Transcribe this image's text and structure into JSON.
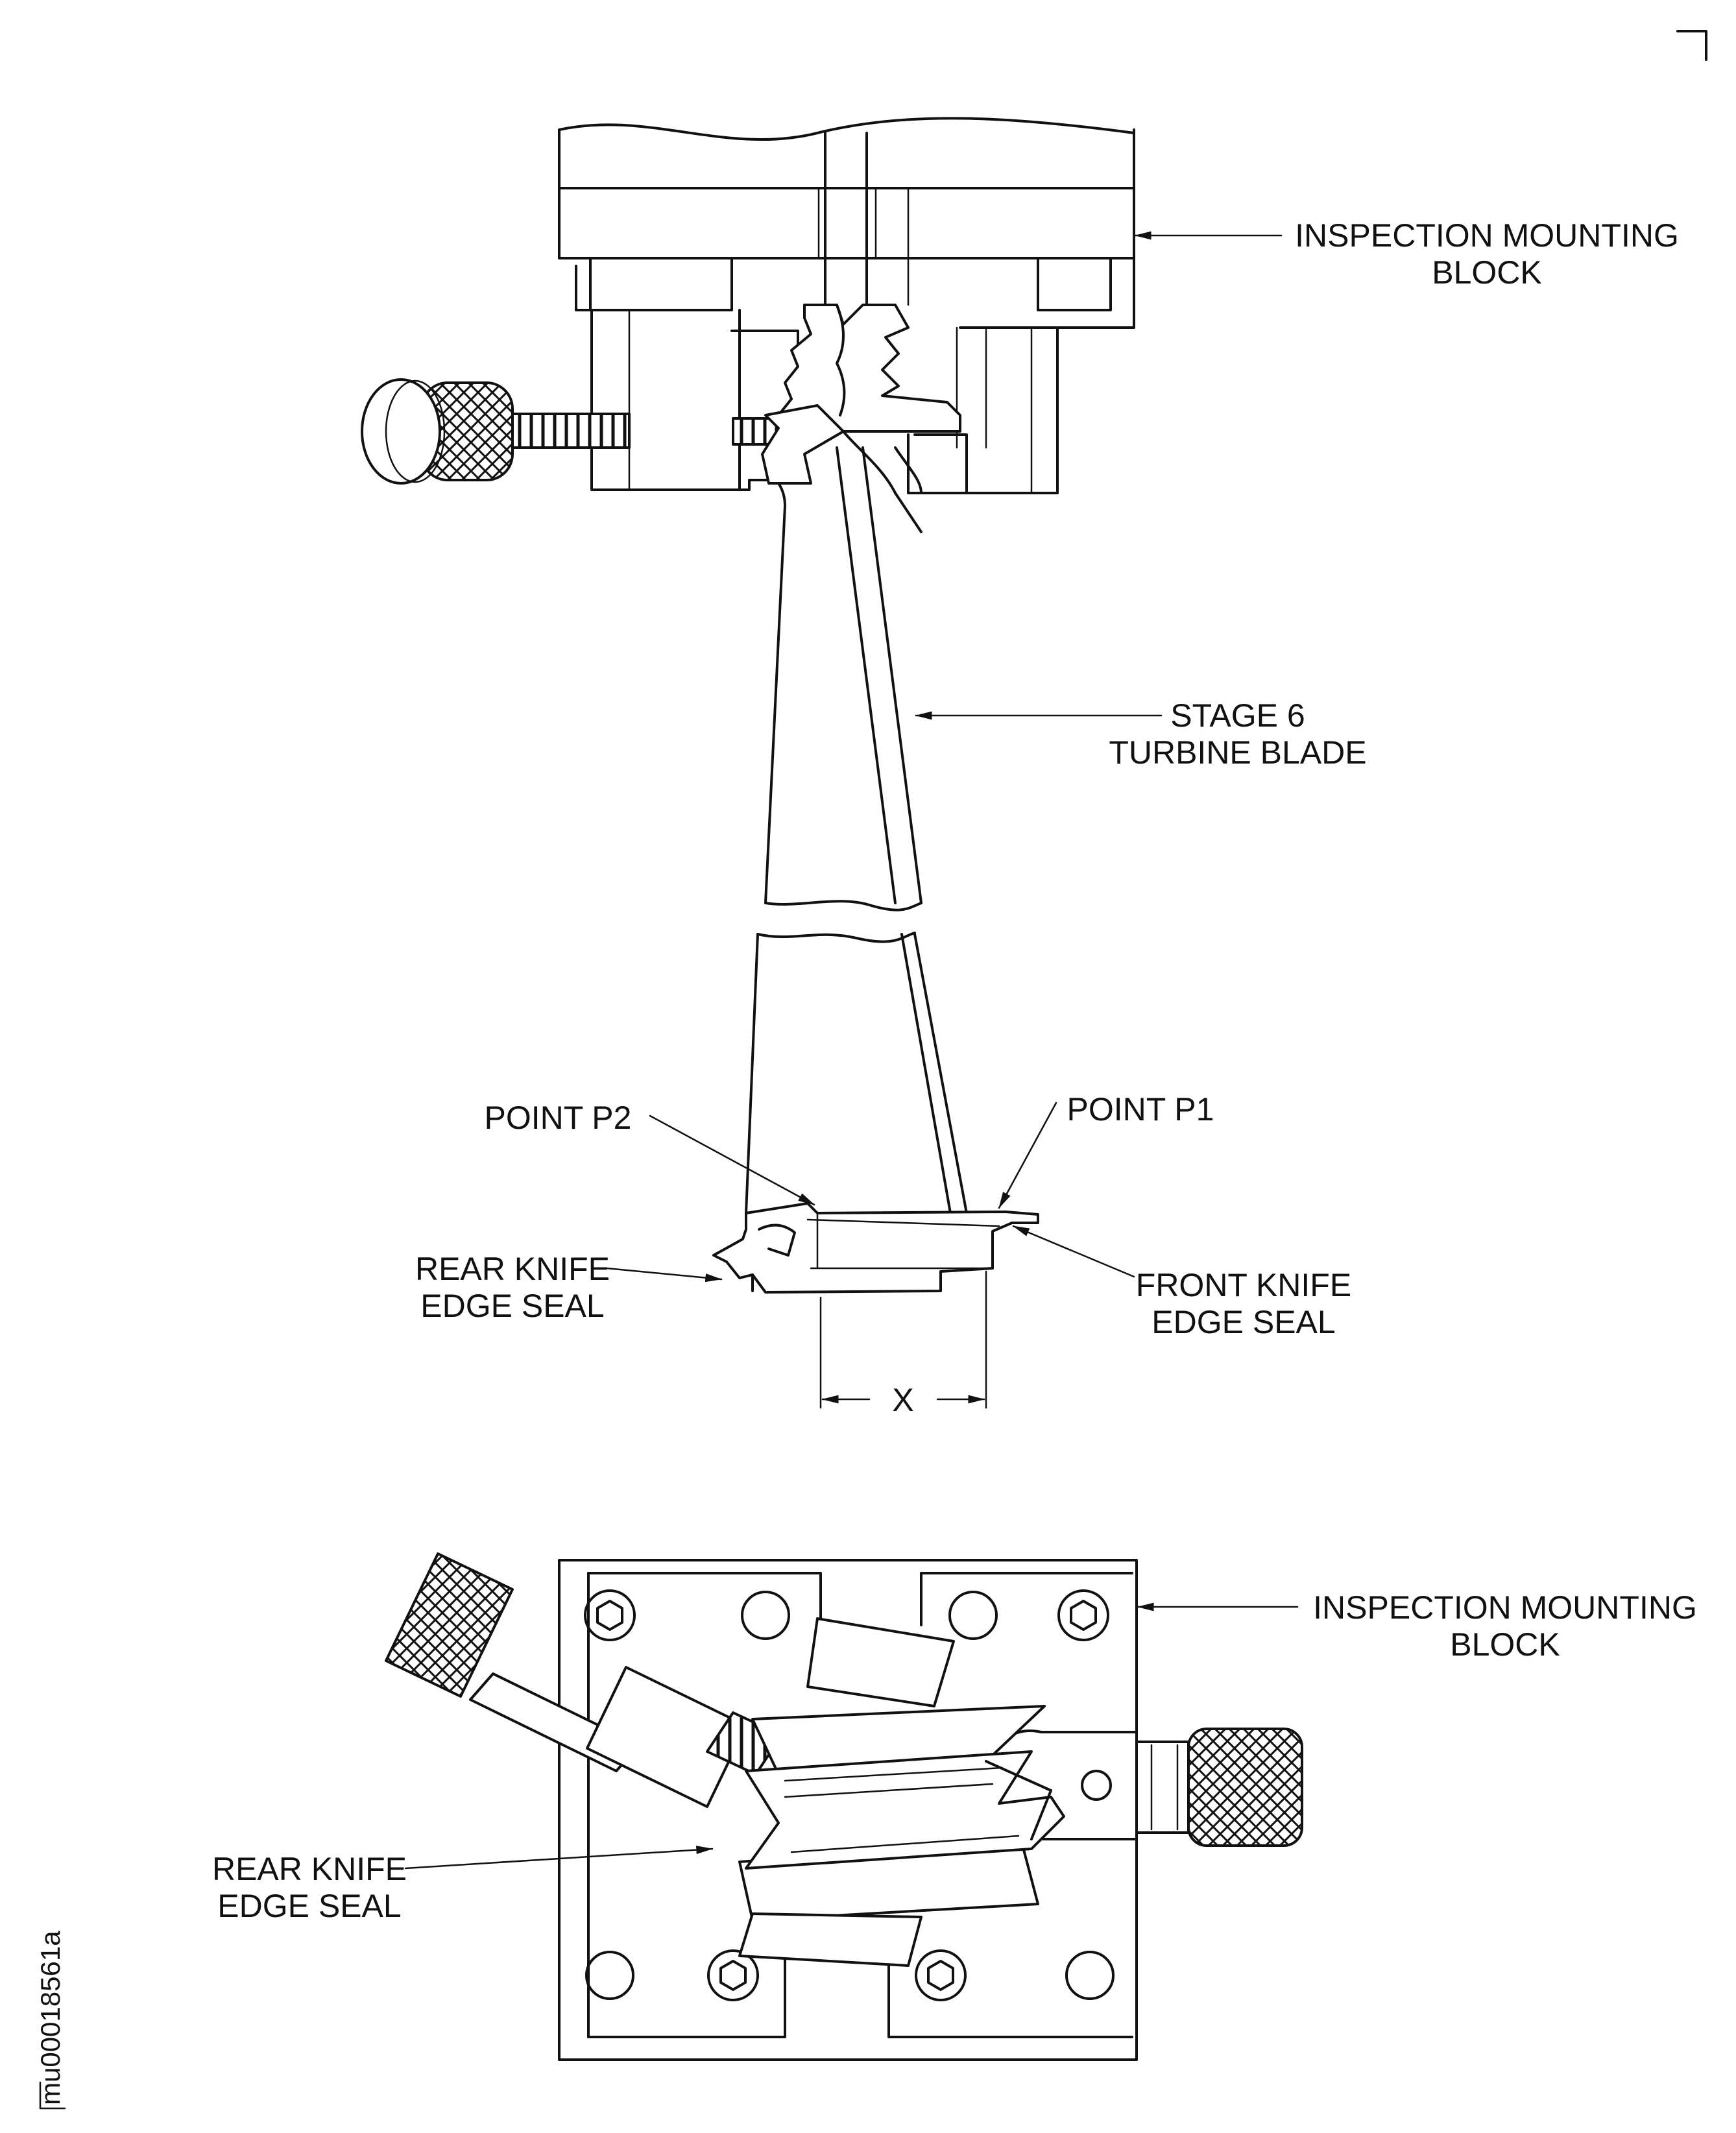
{
  "labels": {
    "mount_block_top": [
      "INSPECTION MOUNTING",
      "BLOCK"
    ],
    "turbine_blade": [
      "STAGE 6",
      "TURBINE BLADE"
    ],
    "point_p2": "POINT P2",
    "point_p1": "POINT P1",
    "rear_seal_side": [
      "REAR KNIFE",
      "EDGE SEAL"
    ],
    "front_seal_side": [
      "FRONT KNIFE",
      "EDGE SEAL"
    ],
    "dimension_x": "X",
    "mount_block_bottom": [
      "INSPECTION MOUNTING",
      "BLOCK"
    ],
    "rear_seal_bottom": [
      "REAR KNIFE",
      "EDGE SEAL"
    ]
  },
  "figure_id": "mu00018561a"
}
